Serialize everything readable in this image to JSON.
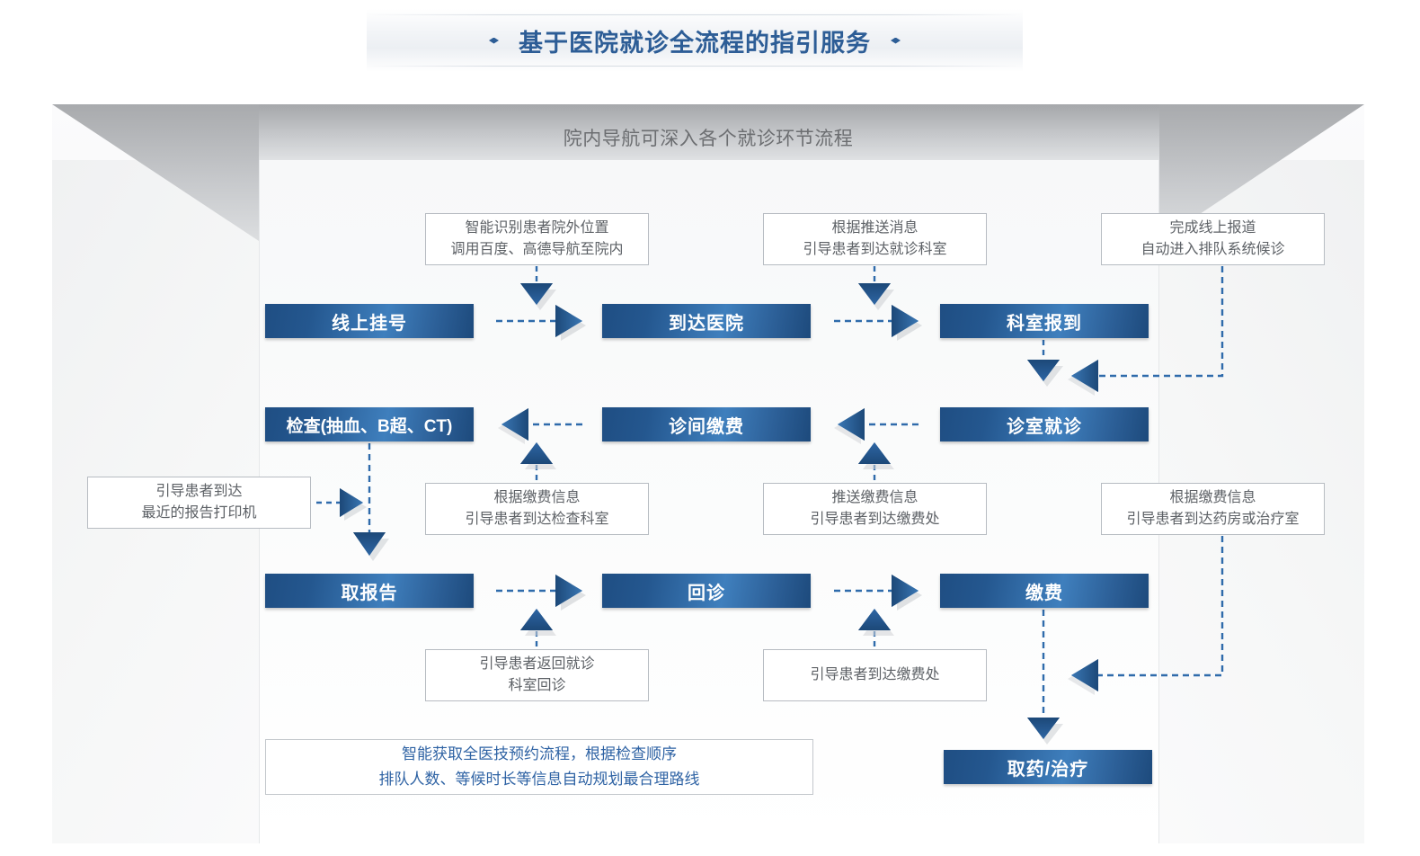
{
  "title": {
    "text": "基于医院就诊全流程的指引服务",
    "left_marker": "diamond",
    "right_marker": "diamond",
    "color": "#2d5d96"
  },
  "stage": {
    "subtitle": "院内导航可深入各个就诊环节流程",
    "accent": "#2f6bab",
    "box_fill_dark": "#1f4e83",
    "box_fill_light": "#3f7fbd"
  },
  "process_boxes": [
    {
      "id": "online-registration",
      "label": "线上挂号",
      "row": 1,
      "col": 1
    },
    {
      "id": "arrive-hospital",
      "label": "到达医院",
      "row": 1,
      "col": 2
    },
    {
      "id": "dept-checkin",
      "label": "科室报到",
      "row": 1,
      "col": 3
    },
    {
      "id": "examination",
      "label": "检查(抽血、B超、CT)",
      "row": 2,
      "col": 1
    },
    {
      "id": "in-clinic-payment",
      "label": "诊间缴费",
      "row": 2,
      "col": 2
    },
    {
      "id": "consultation",
      "label": "诊室就诊",
      "row": 2,
      "col": 3
    },
    {
      "id": "fetch-report",
      "label": "取报告",
      "row": 3,
      "col": 1
    },
    {
      "id": "return-visit",
      "label": "回诊",
      "row": 3,
      "col": 2
    },
    {
      "id": "payment",
      "label": "缴费",
      "row": 3,
      "col": 3
    },
    {
      "id": "pharmacy-treatment",
      "label": "取药/治疗",
      "row": 4,
      "col": 3
    }
  ],
  "notes": [
    {
      "id": "note-outside-location",
      "lines": [
        "智能识别患者院外位置",
        "调用百度、高德导航至院内"
      ]
    },
    {
      "id": "note-push-message",
      "lines": [
        "根据推送消息",
        "引导患者到达就诊科室"
      ]
    },
    {
      "id": "note-online-checkin",
      "lines": [
        "完成线上报道",
        "自动进入排队系统候诊"
      ]
    },
    {
      "id": "note-nearest-printer",
      "lines": [
        "引导患者到达",
        "最近的报告打印机"
      ]
    },
    {
      "id": "note-to-exam-dept",
      "lines": [
        "根据缴费信息",
        "引导患者到达检查科室"
      ]
    },
    {
      "id": "note-push-payment",
      "lines": [
        "推送缴费信息",
        "引导患者到达缴费处"
      ]
    },
    {
      "id": "note-to-pharmacy",
      "lines": [
        "根据缴费信息",
        "引导患者到达药房或治疗室"
      ]
    },
    {
      "id": "note-return-dept",
      "lines": [
        "引导患者返回就诊",
        "科室回诊"
      ]
    },
    {
      "id": "note-to-cashier",
      "lines": [
        "引导患者到达缴费处"
      ]
    },
    {
      "id": "note-smart-route",
      "lines": [
        "智能获取全医技预约流程，根据检查顺序",
        "排队人数、等候时长等信息自动规划最合理路线"
      ],
      "style": "blue"
    }
  ]
}
